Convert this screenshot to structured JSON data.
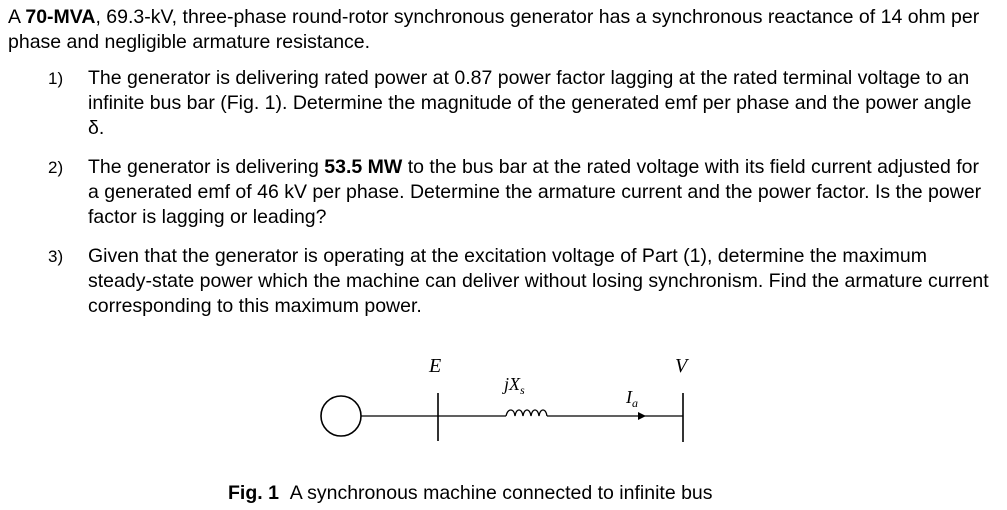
{
  "intro": {
    "prefix": "A ",
    "rating": "70-MVA",
    "rest": ", 69.3-kV, three-phase round-rotor synchronous generator has a synchronous reactance of 14 ohm per phase and negligible armature resistance."
  },
  "questions": [
    {
      "number": "1)",
      "text": "The generator is delivering rated power at 0.87 power factor lagging at the rated terminal voltage to an infinite bus bar (Fig. 1). Determine the magnitude of the generated emf per phase and the power angle δ."
    },
    {
      "number": "2)",
      "before": "The generator is delivering ",
      "bold": "53.5 MW",
      "after": " to the bus bar at the rated voltage with its field current adjusted for a generated emf of 46 kV per phase. Determine the armature current and the power factor. Is the power factor is lagging or leading?"
    },
    {
      "number": "3)",
      "text": "Given that the generator is operating at the excitation voltage of Part (1), determine the maximum steady-state power which the machine can deliver without losing synchronism. Find the armature current corresponding to this maximum power."
    }
  ],
  "figure": {
    "label_E": "E",
    "label_jXs_j": "jX",
    "label_jXs_sub": "s",
    "label_Ia": "I",
    "label_Ia_sub": "a",
    "label_V": "V",
    "caption_bold": "Fig. 1",
    "caption_text": "A synchronous machine connected to infinite bus"
  }
}
